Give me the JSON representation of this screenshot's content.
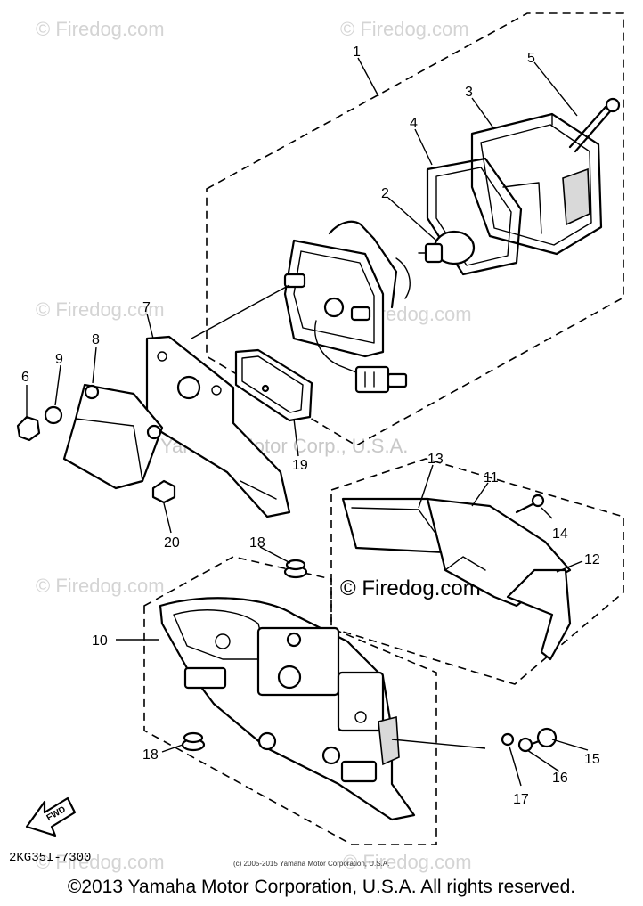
{
  "watermarks": {
    "brand": "© Firedog.com",
    "main": "© Firedog.com",
    "corp": "Yamaha Motor Corp., U.S.A."
  },
  "callouts": [
    "1",
    "2",
    "3",
    "4",
    "5",
    "6",
    "7",
    "8",
    "9",
    "10",
    "11",
    "12",
    "13",
    "14",
    "15",
    "16",
    "17",
    "18",
    "18",
    "19",
    "20"
  ],
  "labels": {
    "part_code": "2KG35I-7300",
    "fwd": "FWD",
    "small_copyright": "(c) 2005-2015 Yamaha Motor Corporation, U.S.A."
  },
  "footer": "©2013 Yamaha Motor Corporation, U.S.A. All rights reserved."
}
